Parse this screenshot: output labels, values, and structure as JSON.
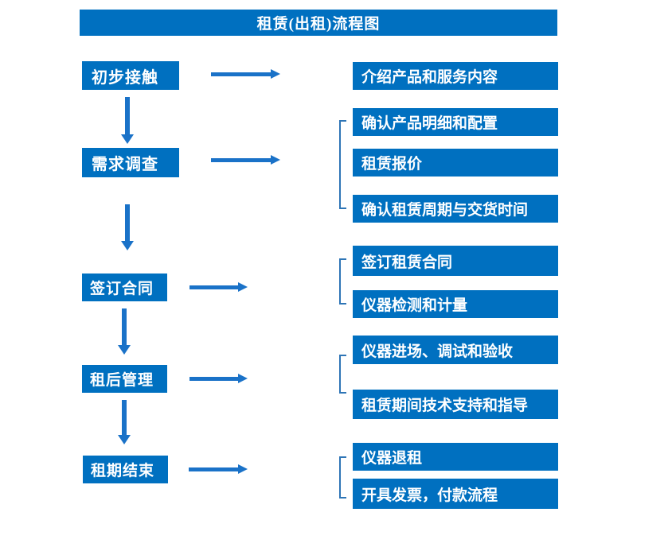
{
  "title": "租赁(出租)流程图",
  "colors": {
    "box_blue": "#0070C0",
    "arrow_blue": "#1A72C8",
    "bracket_blue": "#2E75B6",
    "text_white": "#FFFFFF"
  },
  "steps": [
    {
      "label": "初步接触",
      "outputs": [
        "介绍产品和服务内容"
      ]
    },
    {
      "label": "需求调查",
      "outputs": [
        "确认产品明细和配置",
        "租赁报价",
        "确认租赁周期与交货时间"
      ]
    },
    {
      "label": "签订合同",
      "outputs": [
        "签订租赁合同",
        "仪器检测和计量"
      ]
    },
    {
      "label": "租后管理",
      "outputs": [
        "仪器进场、调试和验收",
        "租赁期间技术支持和指导"
      ]
    },
    {
      "label": "租期结束",
      "outputs": [
        "仪器退租",
        "开具发票，付款流程"
      ]
    }
  ]
}
